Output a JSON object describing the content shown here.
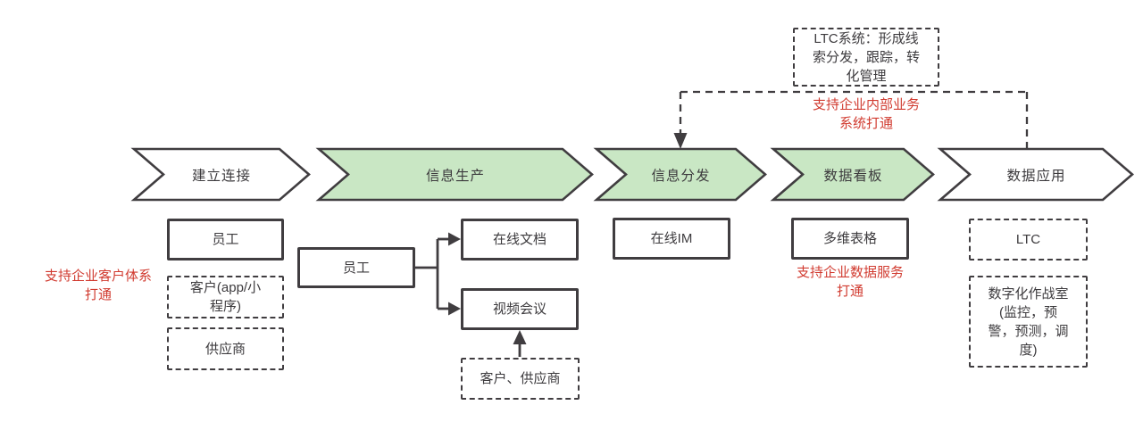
{
  "colors": {
    "green": "#c9e7c4",
    "line": "#403d40",
    "red": "#d13b30",
    "text": "#3d3b3e",
    "bg": "#ffffff"
  },
  "stages": [
    {
      "label": "建立连接"
    },
    {
      "label": "信息生产"
    },
    {
      "label": "信息分发"
    },
    {
      "label": "数据看板"
    },
    {
      "label": "数据应用"
    }
  ],
  "boxes": {
    "employee_left": "员工",
    "customer_app": [
      "客户(app/小",
      "程序)"
    ],
    "supplier": "供应商",
    "employee_mid": "员工",
    "online_docs": "在线文档",
    "video_meeting": "视频会议",
    "customer_supplier": "客户、供应商",
    "online_im": "在线IM",
    "multi_table": "多维表格",
    "ltc": "LTC",
    "war_room": [
      "数字化作战室",
      "(监控，预",
      "警，预测，调",
      "度)"
    ],
    "ltc_system": [
      "LTC系统：形成线",
      "索分发，跟踪，转",
      "化管理"
    ]
  },
  "notes": {
    "customer_system": [
      "支持企业客户体系",
      "打通"
    ],
    "internal_system": [
      "支持企业内部业务",
      "系统打通"
    ],
    "data_service": [
      "支持企业数据服务",
      "打通"
    ]
  }
}
